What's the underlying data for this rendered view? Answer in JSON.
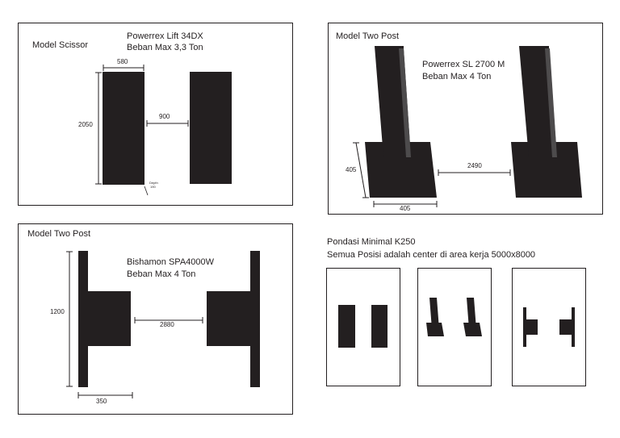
{
  "scissor_panel": {
    "title": "Model Scissor",
    "product_line1": "Powerrex Lift 34DX",
    "product_line2": "Beban Max 3,3 Ton",
    "dim_width": "580",
    "dim_height": "2050",
    "dim_gap": "900",
    "depth_label_line1": "Depth",
    "depth_label_line2": "190"
  },
  "twopost_powerrex_panel": {
    "title": "Model Two Post",
    "product_line1": "Powerrex SL 2700 M",
    "product_line2": "Beban Max 4 Ton",
    "dim_side": "405",
    "dim_base": "405",
    "dim_gap": "2490"
  },
  "twopost_bishamon_panel": {
    "title": "Model Two Post",
    "product_line1": "Bishamon SPA4000W",
    "product_line2": "Beban Max 4 Ton",
    "dim_height": "1200",
    "dim_gap": "2880",
    "dim_width": "350"
  },
  "foundation_note": {
    "line1": "Pondasi Minimal K250",
    "line2": "Semua Posisi adalah center di area kerja 5000x8000"
  },
  "colors": {
    "fill": "#231f20",
    "edge": "#4d4b4c",
    "background": "#ffffff"
  }
}
